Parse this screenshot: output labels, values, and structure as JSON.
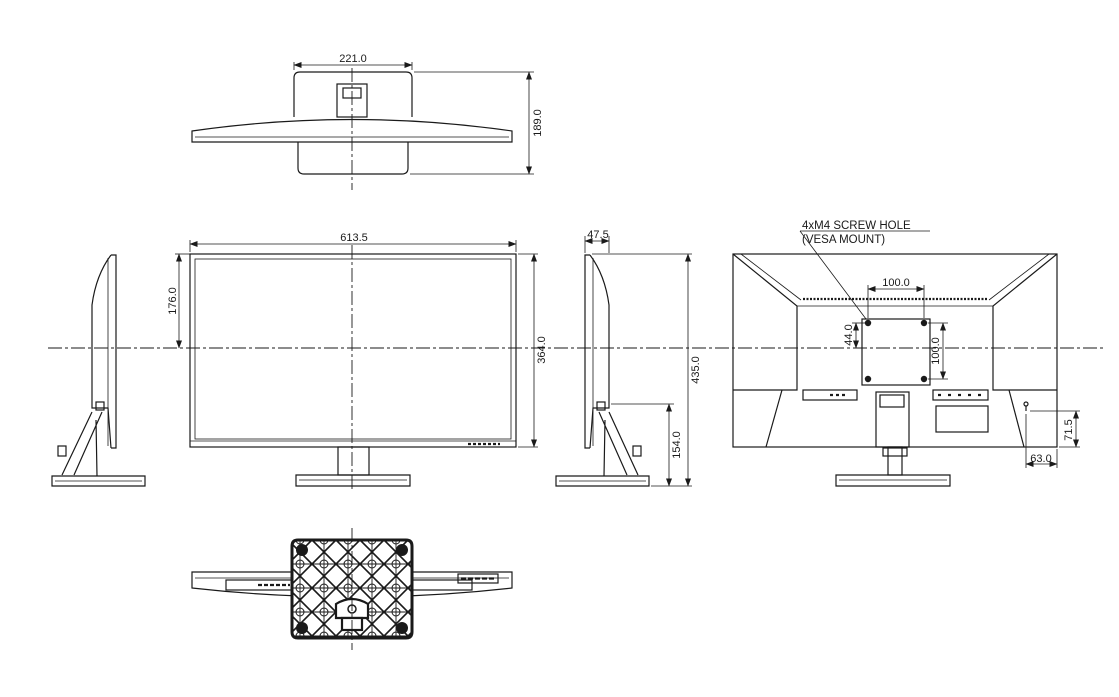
{
  "dimensions": {
    "top_width": "221.0",
    "top_depth": "189.0",
    "front_width": "613.5",
    "center_height": "176.0",
    "panel_height": "364.0",
    "side_depth": "47.5",
    "total_height": "435.0",
    "stand_height": "154.0",
    "vesa_width": "100.0",
    "vesa_offset": "44.0",
    "vesa_height": "100.0",
    "port_height": "71.5",
    "port_offset": "63.0"
  },
  "notes": {
    "screw_line1": "4xM4 SCREW HOLE",
    "screw_line2": "(VESA MOUNT)"
  }
}
